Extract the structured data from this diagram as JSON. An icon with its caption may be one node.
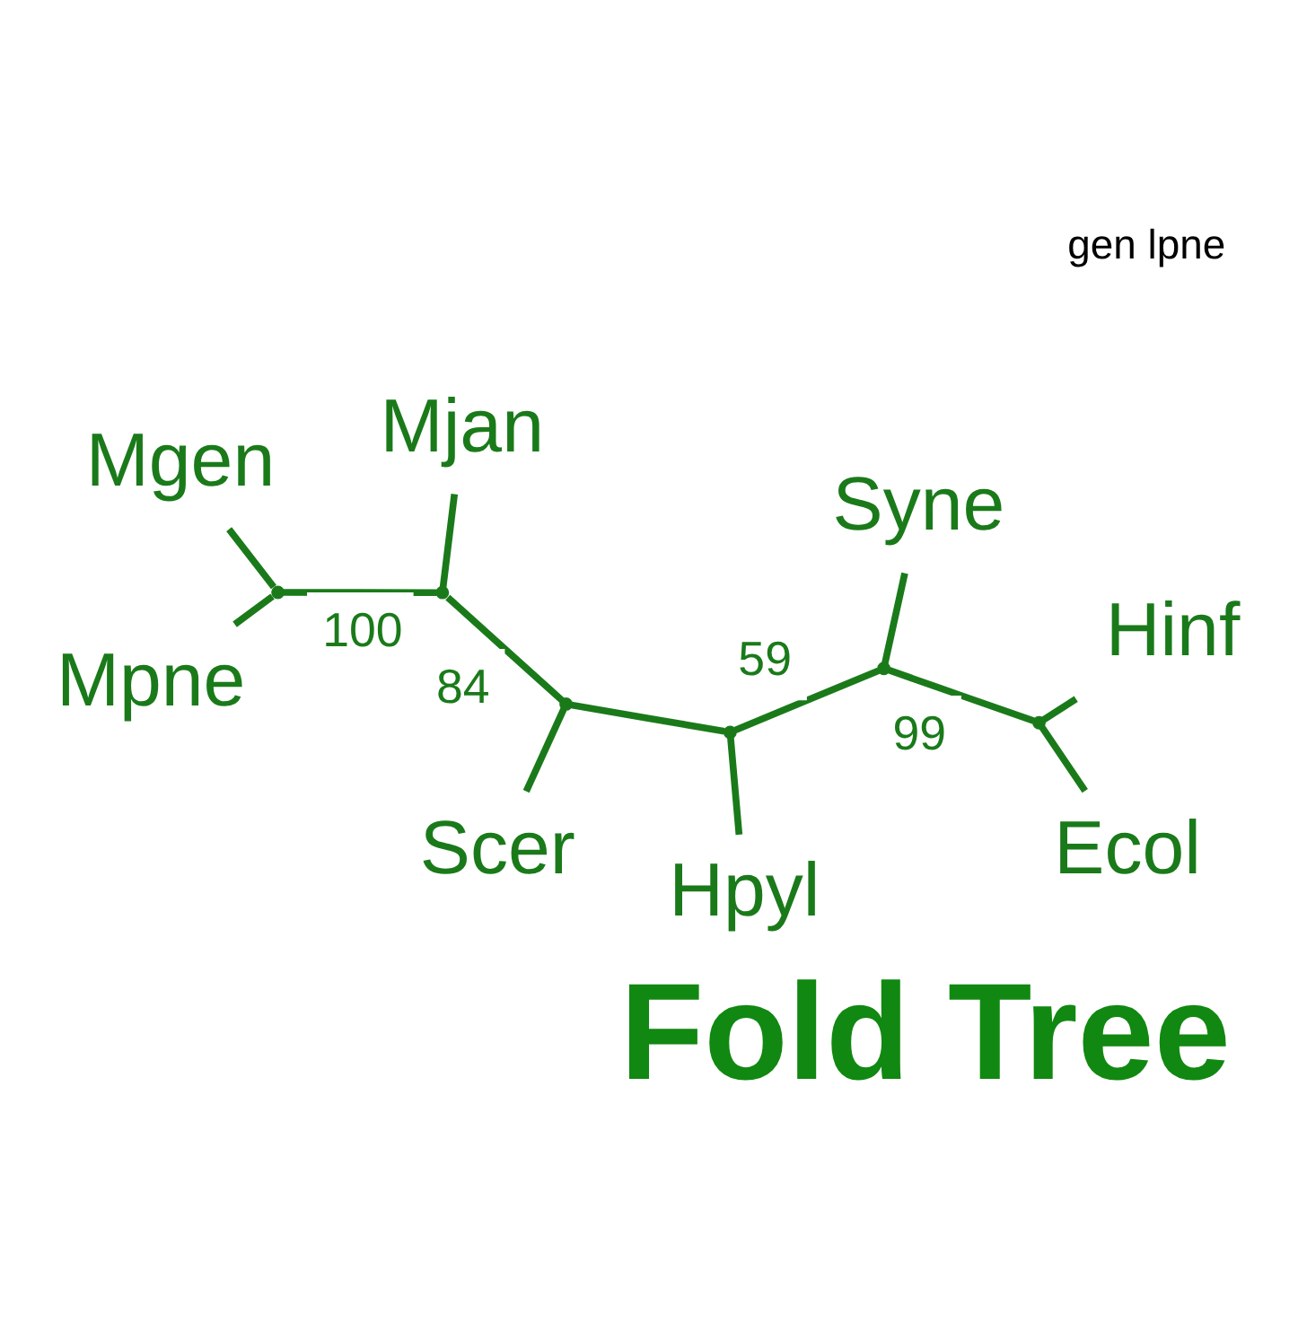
{
  "diagram": {
    "caption": "Fold Tree",
    "nodes": [
      {
        "text": [
          "Mpne"
        ]
      },
      {
        "text": [
          "Mgen"
        ]
      },
      {
        "text": [],
        "shape": "point"
      },
      {
        "text": [
          "Mjan"
        ]
      },
      {
        "text": [],
        "shape": "point"
      },
      {
        "text": [],
        "shape": "point"
      },
      {
        "text": [
          "Hpyl"
        ]
      },
      {
        "text": [],
        "shape": "point"
      },
      {
        "text": [
          "Scer"
        ]
      },
      {
        "text": [],
        "shape": "point"
      },
      {
        "text": [],
        "shape": "point"
      },
      {
        "text": [
          "Syne"
        ]
      },
      {
        "text": [
          "Ecol"
        ]
      },
      {
        "text": [
          "Hinf"
        ]
      }
    ],
    "edges": [
      {
        "from": 2,
        "to": 0,
        "arrow": "none"
      },
      {
        "from": 2,
        "to": 1,
        "arrow": "none"
      },
      {
        "from": 4,
        "to": 2,
        "arrow": "none",
        "label": "100"
      },
      {
        "from": 4,
        "to": 3,
        "arrow": "none"
      },
      {
        "from": 4,
        "to": 5,
        "arrow": "none",
        "label": "84"
      },
      {
        "from": 5,
        "to": 8,
        "arrow": "none"
      },
      {
        "from": 5,
        "to": 7,
        "arrow": "none"
      },
      {
        "from": 7,
        "to": 6,
        "arrow": "none"
      },
      {
        "from": 7,
        "to": 9,
        "arrow": "none",
        "label": "59"
      },
      {
        "from": 9,
        "to": 11,
        "arrow": "none"
      },
      {
        "from": 9,
        "to": 10,
        "arrow": "none",
        "label": "99"
      },
      {
        "from": 10,
        "to": 12,
        "arrow": "none"
      },
      {
        "from": 10,
        "to": 13,
        "arrow": "none"
      }
    ],
    "labels": [
      "gen lpne"
    ]
  }
}
